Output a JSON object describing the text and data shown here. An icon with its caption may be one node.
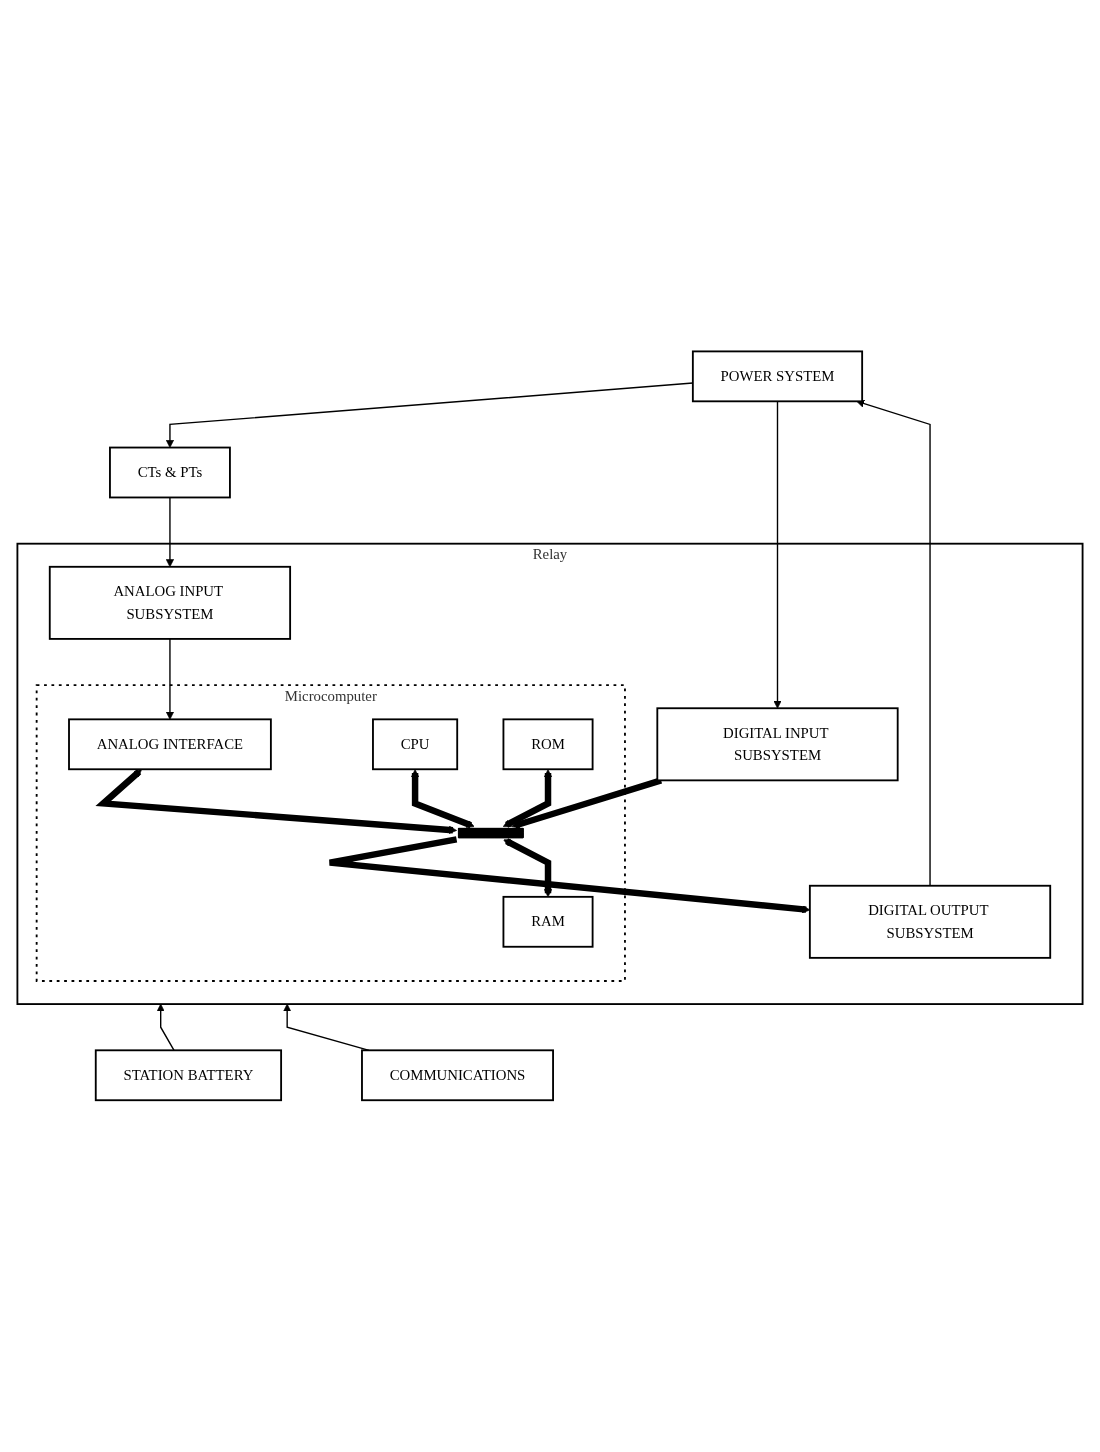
{
  "diagram": {
    "nodes": [
      {
        "text": [
          "POWER SYSTEM"
        ]
      },
      {
        "text": [
          "CTs & PTs"
        ]
      },
      {
        "text": [
          "Relay"
        ]
      },
      {
        "text": [
          "ANALOG INPUT SUBSYSTEM"
        ],
        "in": 2
      },
      {
        "text": [
          "DIGITAL INPUT SUBSYSTEM"
        ],
        "in": 2
      },
      {
        "text": [
          "DIGITAL OUTPUT SUBSYSTEM"
        ],
        "in": 2
      },
      {
        "text": [
          "Microcomputer"
        ],
        "in": 2
      },
      {
        "text": [
          "ANALOG INTERFACE"
        ],
        "in": 6
      },
      {
        "text": [
          "CPU"
        ],
        "in": 6
      },
      {
        "text": [
          "ROM"
        ],
        "in": 6
      },
      {
        "text": [],
        "shape": "bar",
        "in": 6
      },
      {
        "text": [
          "RAM"
        ],
        "in": 6
      },
      {
        "text": [
          "STATION BATTERY"
        ]
      },
      {
        "text": [
          "COMMUNICATIONS"
        ]
      }
    ],
    "edges": [
      {
        "from": 0,
        "to": 1,
        "arrow": "to"
      },
      {
        "from": 1,
        "to": 3,
        "arrow": "to"
      },
      {
        "from": 0,
        "to": 4,
        "arrow": "to"
      },
      {
        "from": 5,
        "to": 0,
        "arrow": "to"
      },
      {
        "from": 3,
        "to": 7,
        "arrow": "to"
      },
      {
        "from": 7,
        "to": 10,
        "arrow": "both",
        "style": "thick"
      },
      {
        "from": 8,
        "to": 10,
        "arrow": "both",
        "style": "thick"
      },
      {
        "from": 4,
        "to": 10,
        "arrow": "to",
        "style": "thick"
      },
      {
        "from": 10,
        "to": 5,
        "arrow": "to",
        "style": "thick"
      },
      {
        "from": 9,
        "to": 10,
        "arrow": "both",
        "style": "thick"
      },
      {
        "from": 10,
        "to": 11,
        "arrow": "both",
        "style": "thick"
      },
      {
        "from": 12,
        "to": 2,
        "arrow": "to"
      },
      {
        "from": 13,
        "to": 2,
        "arrow": "to"
      }
    ]
  }
}
